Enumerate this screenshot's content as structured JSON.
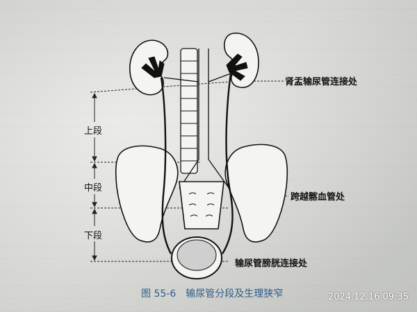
{
  "figure": {
    "labels": {
      "pelvi_ureteric": "肾盂输尿管连接处",
      "iliac_crossing": "跨越髂血管处",
      "ureterovesical": "输尿管膀胱连接处"
    },
    "segments": {
      "upper": "上段",
      "middle": "中段",
      "lower": "下段"
    }
  },
  "caption": {
    "number": "图 55-6",
    "title": "输尿管分段及生理狭窄"
  },
  "timestamp": "2024.12.16 09:35"
}
